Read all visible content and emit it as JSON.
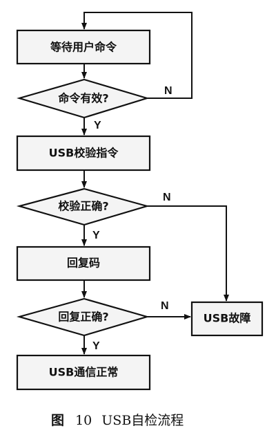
{
  "diagram": {
    "nodes": {
      "wait_command": "等待用户命令",
      "command_valid": "命令有效?",
      "usb_verify_cmd": "USB校验指令",
      "verify_correct": "校验正确?",
      "reply_code": "回复码",
      "reply_correct": "回复正确?",
      "usb_ok": "USB通信正常",
      "usb_fault": "USB故障"
    },
    "edge_labels": {
      "command_valid_no": "N",
      "command_valid_yes": "Y",
      "verify_correct_no": "N",
      "verify_correct_yes": "Y",
      "reply_correct_no": "N",
      "reply_correct_yes": "Y"
    }
  },
  "caption": {
    "prefix": "图",
    "number": "10",
    "title": "USB自检流程"
  }
}
